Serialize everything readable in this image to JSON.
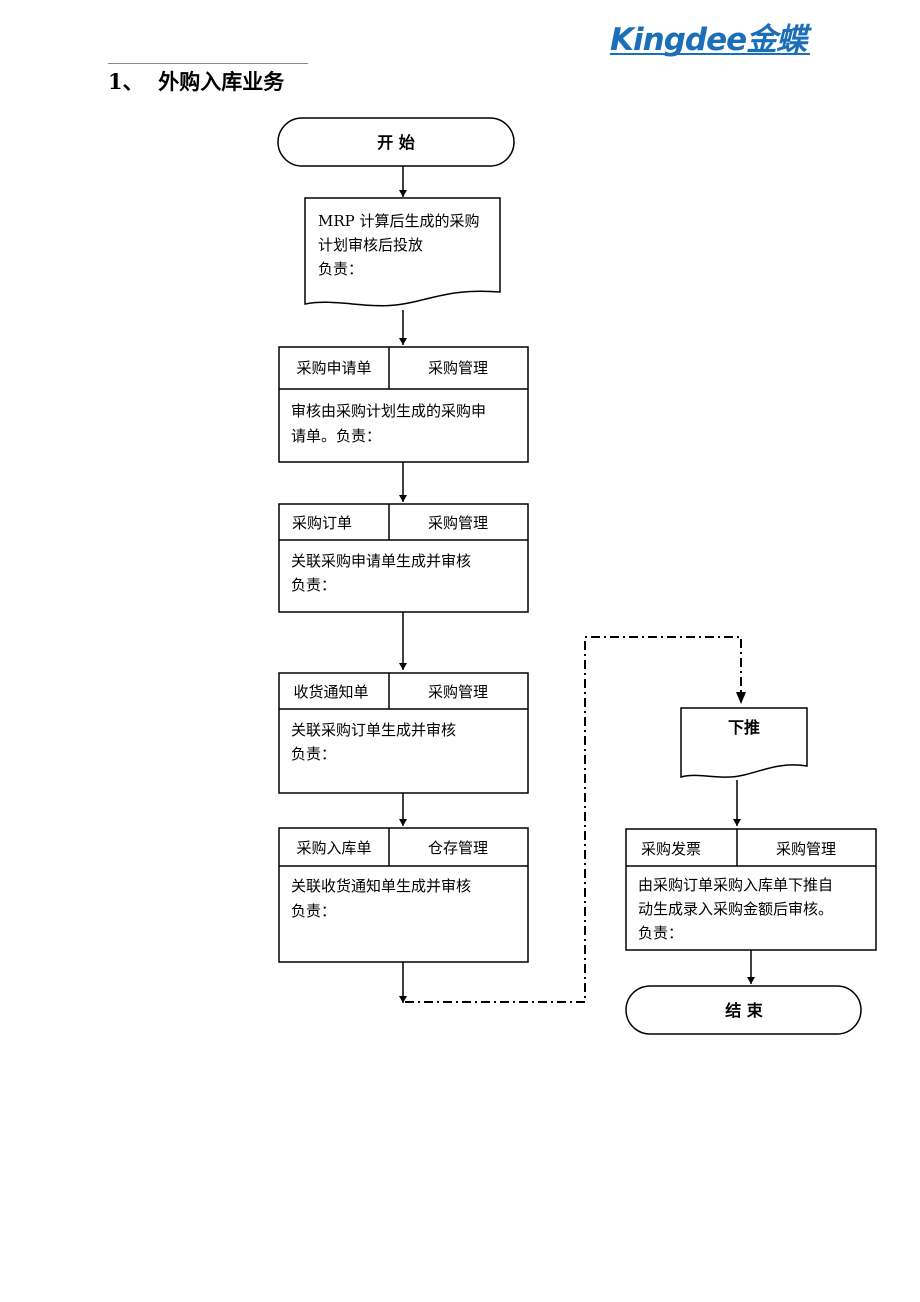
{
  "logo": {
    "text": "Kingdee金蝶"
  },
  "section": {
    "title": "1、  外购入库业务"
  },
  "flow": {
    "start": "开 始",
    "mrp": {
      "lines": [
        "MRP 计算后生成的采购",
        "计划审核后投放",
        "负责："
      ]
    },
    "requisition": {
      "name": "采购申请单",
      "module": "采购管理",
      "lines": [
        "审核由采购计划生成的采购申",
        "请单。负责："
      ]
    },
    "order": {
      "name": "采购订单",
      "module": "采购管理",
      "lines": [
        "关联采购申请单生成并审核",
        "负责："
      ]
    },
    "receipt_notice": {
      "name": "收货通知单",
      "module": "采购管理",
      "lines": [
        "关联采购订单生成并审核",
        "负责："
      ]
    },
    "stock_in": {
      "name": "采购入库单",
      "module": "仓存管理",
      "lines": [
        "关联收货通知单生成并审核",
        "负责："
      ]
    },
    "push": "下推",
    "invoice": {
      "name": "采购发票",
      "module": "采购管理",
      "lines": [
        "由采购订单采购入库单下推自",
        "动生成录入采购金额后审核。",
        "负责："
      ]
    },
    "end": "结 束"
  },
  "colors": {
    "brand": "#1a6fb8",
    "stroke": "#000000"
  }
}
